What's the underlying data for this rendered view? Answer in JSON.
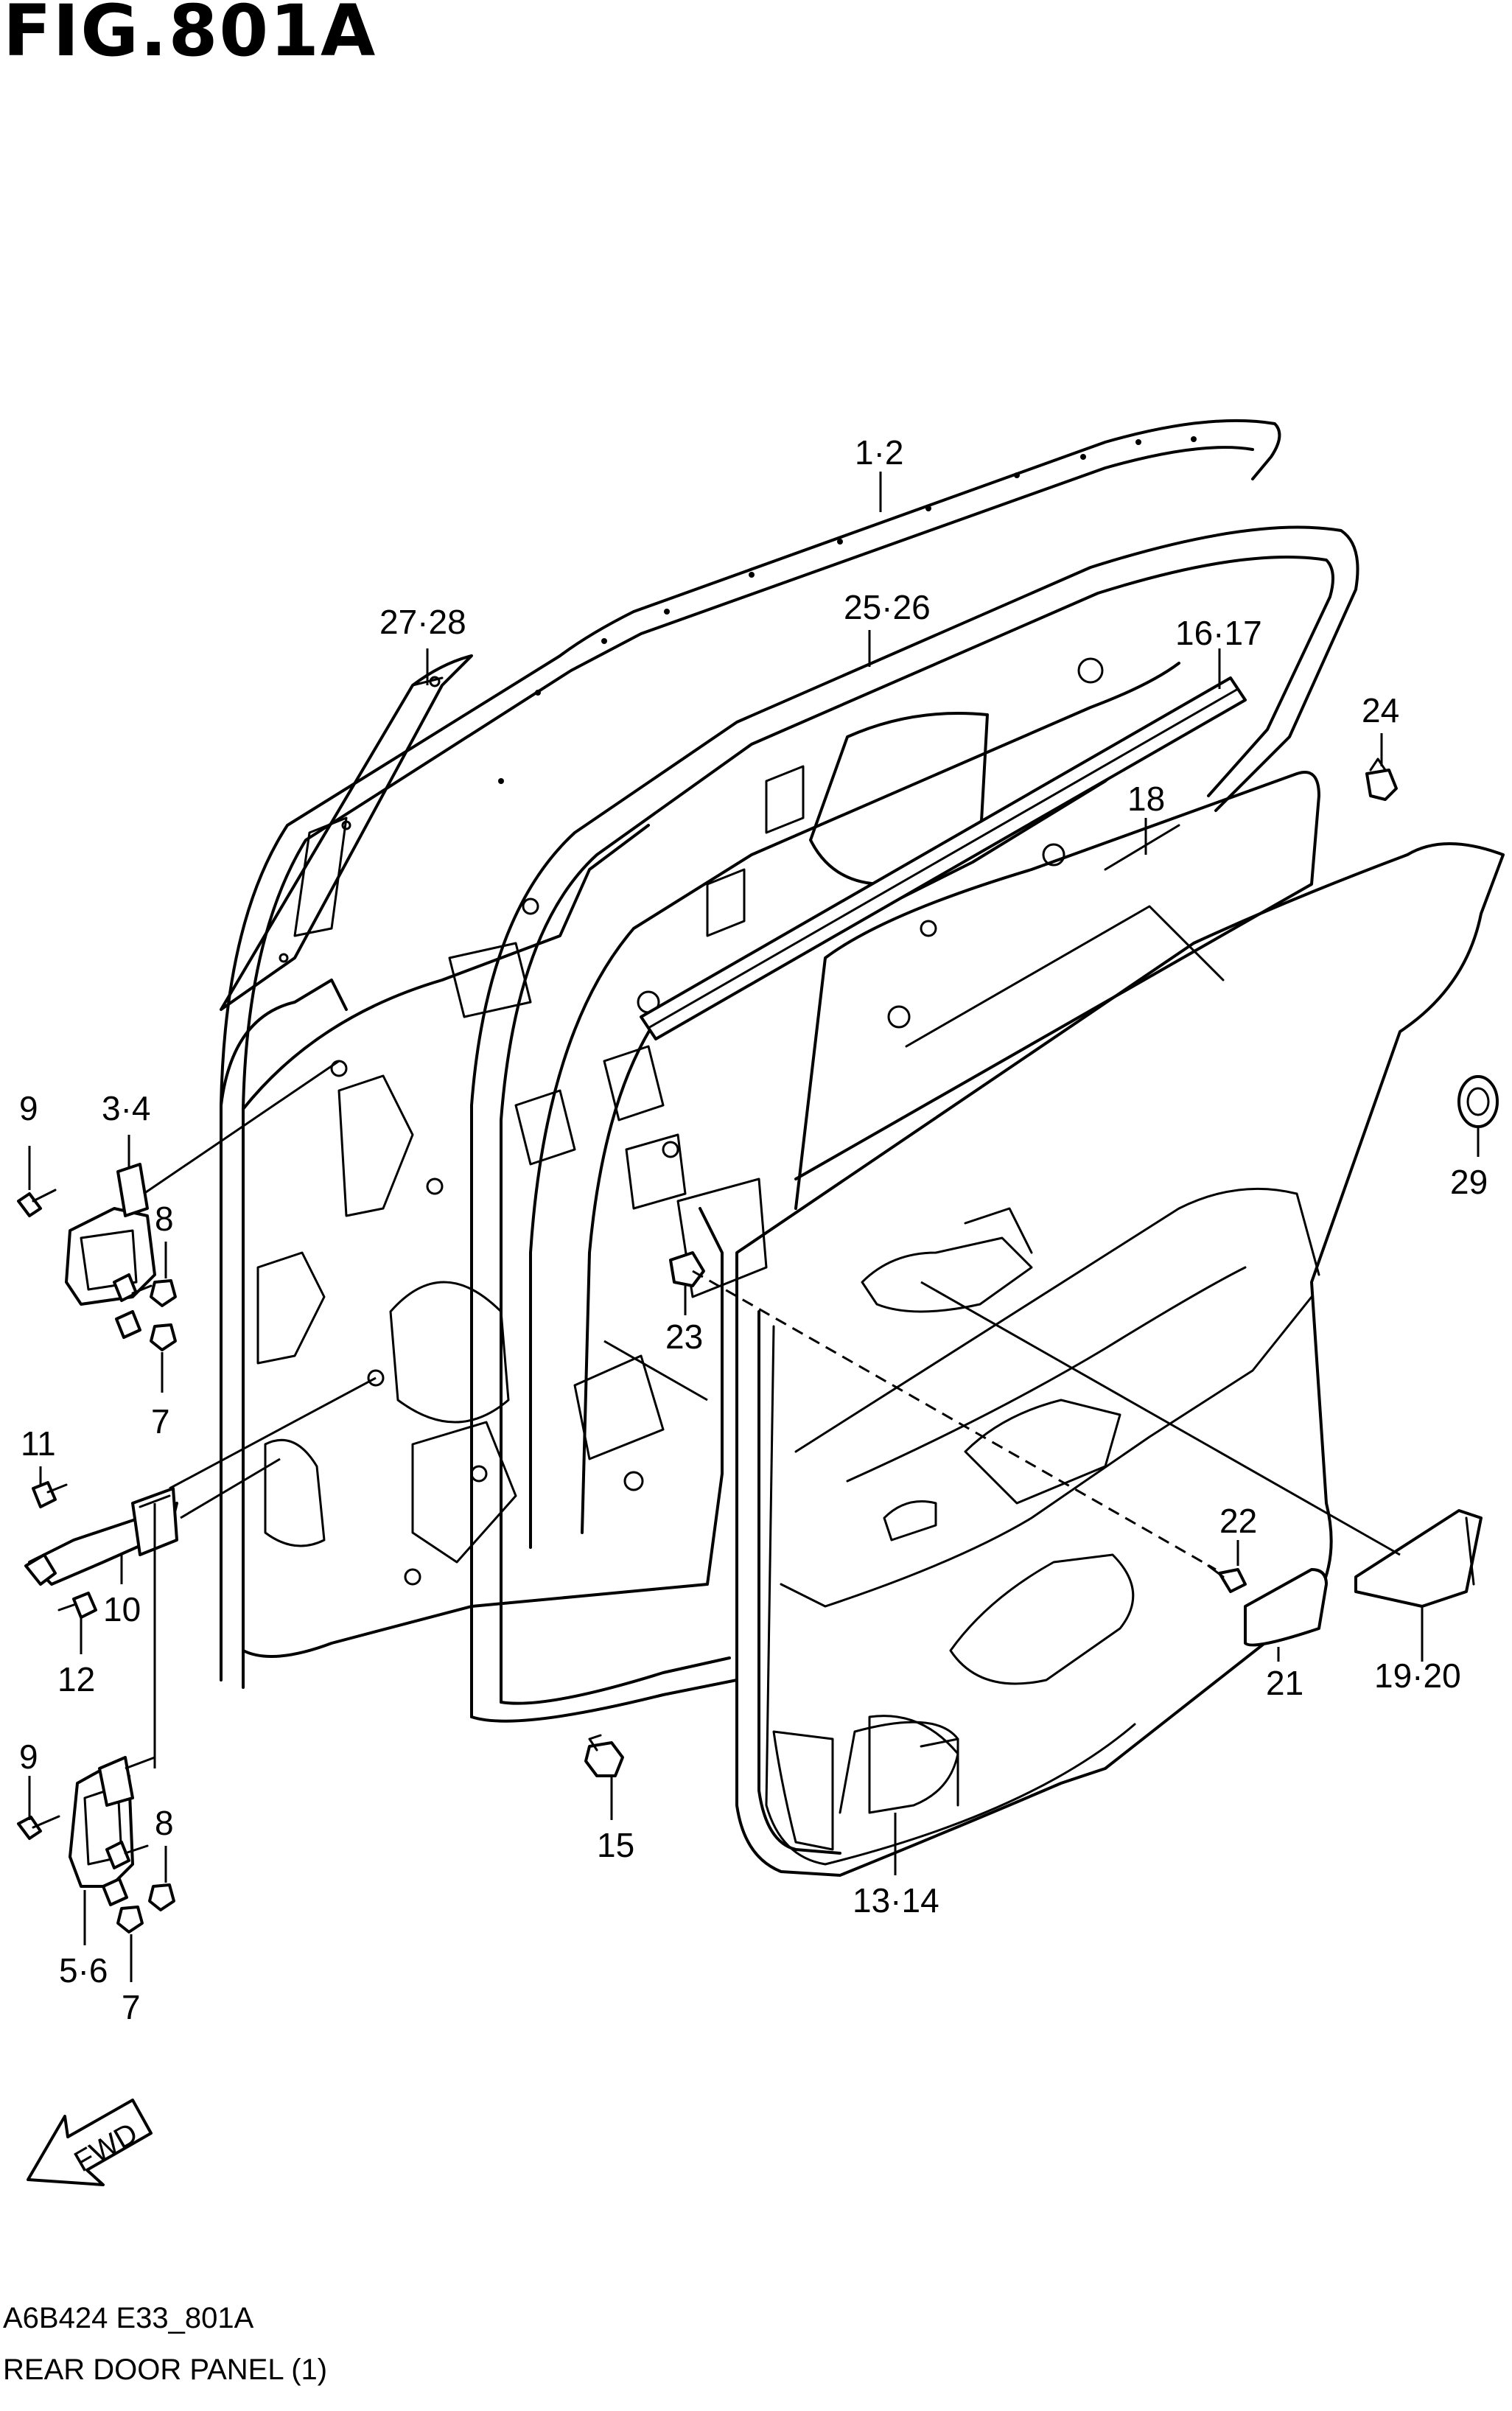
{
  "figure": {
    "title": "FIG.801A",
    "code": "A6B424 E33_801A",
    "caption": "REAR DOOR PANEL (1)"
  },
  "callouts": [
    {
      "id": "c-1-2",
      "label": "1·2"
    },
    {
      "id": "c-25-26",
      "label": "25·26"
    },
    {
      "id": "c-27-28",
      "label": "27·28"
    },
    {
      "id": "c-16-17",
      "label": "16·17"
    },
    {
      "id": "c-24",
      "label": "24"
    },
    {
      "id": "c-18",
      "label": "18"
    },
    {
      "id": "c-29",
      "label": "29"
    },
    {
      "id": "c-9-upper",
      "label": "9"
    },
    {
      "id": "c-3-4",
      "label": "3·4"
    },
    {
      "id": "c-8-upper",
      "label": "8"
    },
    {
      "id": "c-7-upper",
      "label": "7"
    },
    {
      "id": "c-23",
      "label": "23"
    },
    {
      "id": "c-11",
      "label": "11"
    },
    {
      "id": "c-10",
      "label": "10"
    },
    {
      "id": "c-12",
      "label": "12"
    },
    {
      "id": "c-22",
      "label": "22"
    },
    {
      "id": "c-21",
      "label": "21"
    },
    {
      "id": "c-19-20",
      "label": "19·20"
    },
    {
      "id": "c-9-lower",
      "label": "9"
    },
    {
      "id": "c-8-lower",
      "label": "8"
    },
    {
      "id": "c-15",
      "label": "15"
    },
    {
      "id": "c-13-14",
      "label": "13·14"
    },
    {
      "id": "c-5-6",
      "label": "5·6"
    },
    {
      "id": "c-7-lower",
      "label": "7"
    }
  ],
  "fwd_arrow": {
    "label": "FWD"
  }
}
